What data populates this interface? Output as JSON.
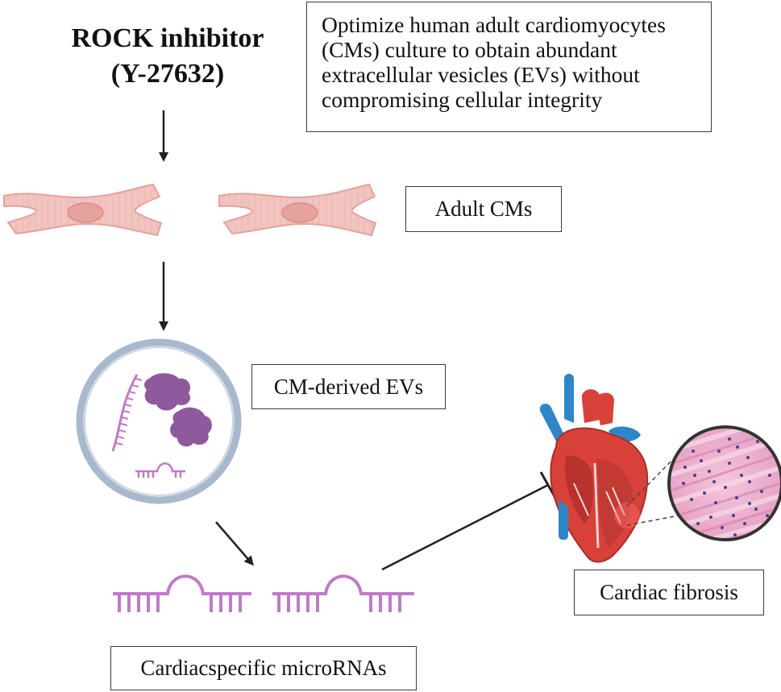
{
  "heading": {
    "line1": "ROCK inhibitor",
    "line2": "(Y-27632)"
  },
  "goal_box": {
    "lines": [
      "Optimize human adult cardiomyocytes",
      "(CMs) culture to obtain abundant",
      "extracellular vesicles (EVs) without",
      "compromising cellular integrity"
    ]
  },
  "labels": {
    "adult_cms": "Adult CMs",
    "cm_derived_evs": "CM-derived EVs",
    "cardiac_fibrosis": "Cardiac fibrosis",
    "cardiac_micrornas": "Cardiacspecific microRNAs"
  },
  "colors": {
    "cell_fill": "#f2c4c0",
    "cell_stroke": "#e3a19c",
    "ev_ring": "#a9b9cc",
    "ev_fill": "#ffffff",
    "protein": "#8f5a9d",
    "rna": "#c07ac9",
    "arrow": "#222222",
    "heart_red": "#d8413a",
    "heart_blue": "#2e86c9",
    "fibrosis_pink": "#e9a8c9",
    "fibrosis_dots": "#4b3f8f"
  },
  "icons": [
    "cardiomyocyte-icon",
    "extracellular-vesicle-icon",
    "protein-icon",
    "rna-strand-icon",
    "microrna-icon",
    "heart-icon",
    "fibrosis-tissue-icon"
  ]
}
